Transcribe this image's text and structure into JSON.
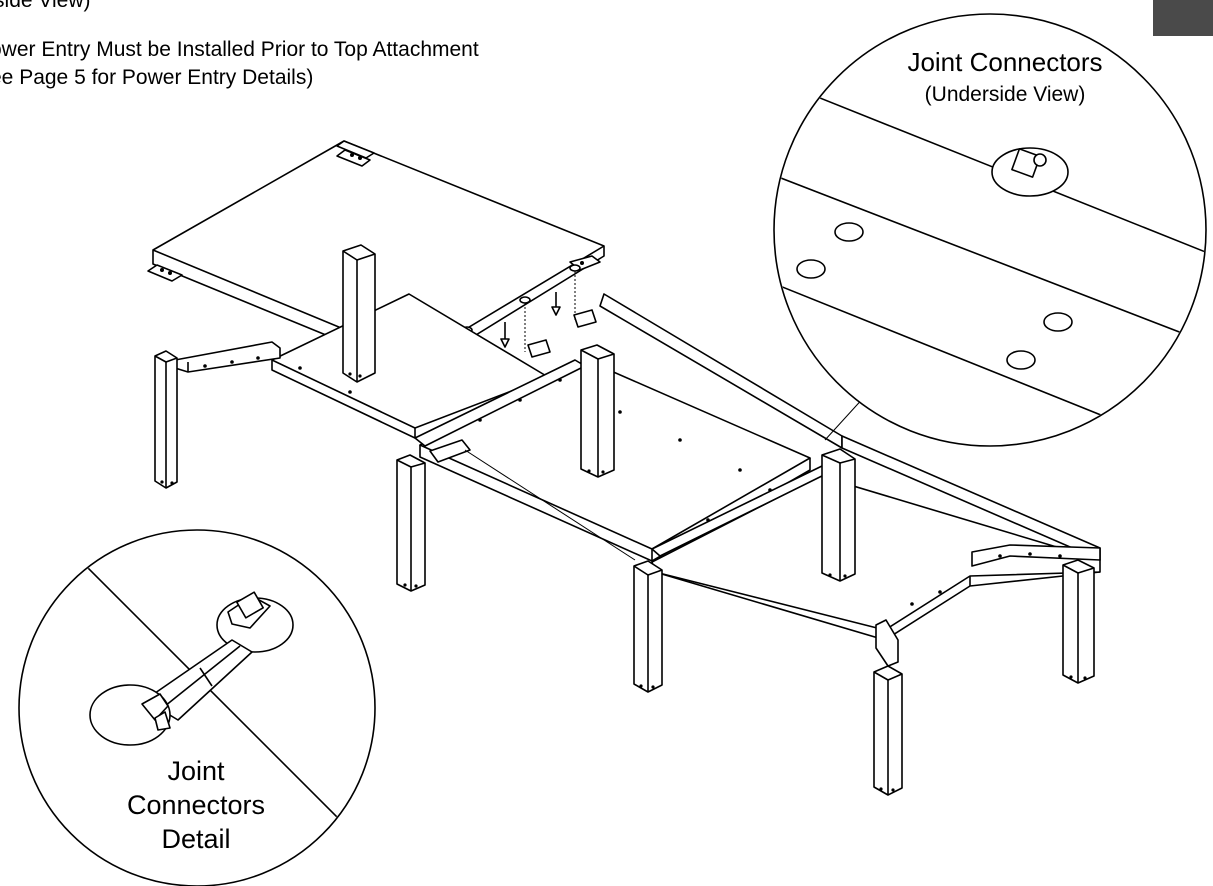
{
  "notes": {
    "underside": "nderside View)",
    "power_line1": "ower Entry Must be Installed Prior to Top Attachment",
    "power_line2": "ee Page 5 for Power Entry Details)"
  },
  "callout_top": {
    "title": "Joint Connectors",
    "subtitle": "(Underside View)"
  },
  "callout_bottom": {
    "line1": "Joint",
    "line2": "Connectors",
    "line3": "Detail"
  },
  "colors": {
    "line": "#000000",
    "background": "#ffffff",
    "corner_tab": "#4a4a4a"
  }
}
